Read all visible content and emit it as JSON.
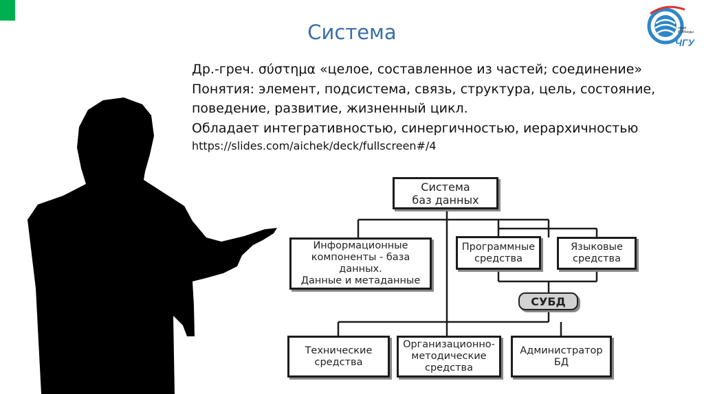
{
  "slide": {
    "title": "Система",
    "accent_color": "#00b050",
    "title_color": "#3a6ea8"
  },
  "logo": {
    "icon": "globe-logo-icon",
    "caption_line1": "наши",
    "caption_line2": "КОМанды",
    "name": "ЧГУ"
  },
  "text": {
    "line1": "Др.-греч. σύστημα «целое, составленное из частей; соединение»",
    "line2": "Понятия: элемент, подсистема, связь, структура, цель, состояние,",
    "line3": "поведение, развитие, жизненный цикл.",
    "line4": "Обладает интегративностью, синергичностью, иерархичностью",
    "url": "https://slides.com/aichek/deck/fullscreen#/4"
  },
  "diagram": {
    "root": "Система\nбаз данных",
    "info_components": "Информационные\nкомпоненты - база\nданных.\nДанные и метаданные",
    "software": "Программные\nсредства",
    "language": "Языковые\nсредства",
    "dbms": "СУБД",
    "hardware": "Технические\nсредства",
    "organizational": "Организационно-\nметодические\nсредства",
    "admin": "Администратор\nБД"
  },
  "illustration": {
    "icon": "presenter-silhouette-icon"
  }
}
